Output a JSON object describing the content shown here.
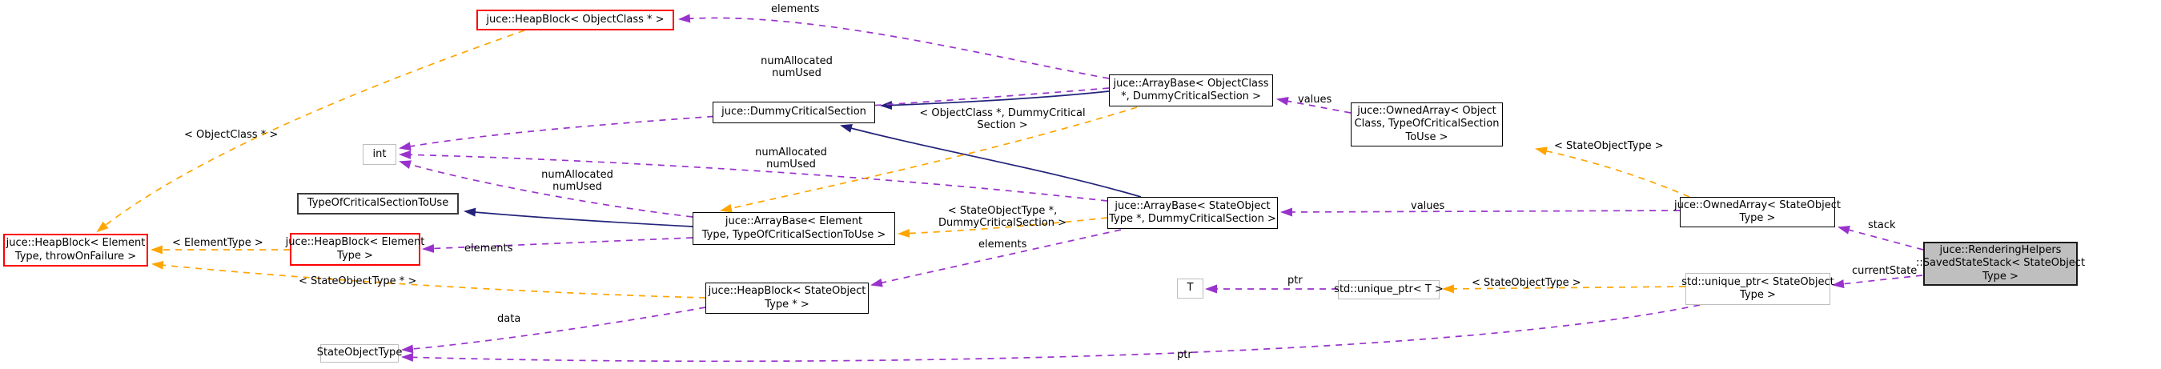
{
  "diagram": {
    "kind": "doxygen-collaboration-graph",
    "focus_class": "juce::RenderingHelpers::SavedStateStack< StateObjectType >",
    "palette": {
      "member_edge": "#9932cc",
      "template_edge": "#ffa500",
      "inheritance_edge": "#23237a",
      "documented_border": "#000000",
      "truncated_border": "#fe0000",
      "external_border": "#bebebe",
      "plain_border": "#3c3c3c",
      "current_fill": "#bfbfbf",
      "node_fill": "#ffffff",
      "background": "#ffffff"
    },
    "nodes": [
      {
        "l1": "juce::HeapBlock< ObjectClass * >"
      },
      {
        "l1": "juce::ArrayBase< ObjectClass",
        "l2": "*, DummyCriticalSection >"
      },
      {
        "l1": "juce::OwnedArray< Object",
        "l2": "Class, TypeOfCriticalSection",
        "l3": "ToUse >"
      },
      {
        "l1": "juce::DummyCriticalSection"
      },
      {
        "l1": "int"
      },
      {
        "l1": "TypeOfCriticalSectionToUse"
      },
      {
        "l1": "juce::ArrayBase< Element",
        "l2": "Type, TypeOfCriticalSectionToUse >"
      },
      {
        "l1": "juce::HeapBlock< Element",
        "l2": "Type, throwOnFailure >"
      },
      {
        "l1": "juce::HeapBlock< Element",
        "l2": "Type >"
      },
      {
        "l1": "juce::ArrayBase< StateObject",
        "l2": "Type *, DummyCriticalSection >"
      },
      {
        "l1": "juce::OwnedArray< StateObject",
        "l2": "Type >"
      },
      {
        "l1": "juce::RenderingHelpers",
        "l2": "::SavedStateStack< StateObject",
        "l3": "Type >"
      },
      {
        "l1": "juce::HeapBlock< StateObject",
        "l2": "Type * >"
      },
      {
        "l1": "T"
      },
      {
        "l1": "std::unique_ptr< T >"
      },
      {
        "l1": "std::unique_ptr< StateObject",
        "l2": "Type >"
      },
      {
        "l1": "StateObjectType"
      }
    ],
    "labels": [
      {
        "l1": "elements"
      },
      {
        "l1": "numAllocated",
        "l2": "numUsed"
      },
      {
        "l1": "values"
      },
      {
        "l1": "< StateObjectType >"
      },
      {
        "l1": "< ObjectClass *, DummyCritical",
        "l2": "Section >"
      },
      {
        "l1": "< ObjectClass * >"
      },
      {
        "l1": "numAllocated",
        "l2": "numUsed"
      },
      {
        "l1": "numAllocated",
        "l2": "numUsed"
      },
      {
        "l1": "< StateObjectType *,",
        "l2": "DummyCriticalSection >"
      },
      {
        "l1": "elements"
      },
      {
        "l1": "values"
      },
      {
        "l1": "stack"
      },
      {
        "l1": "< ElementType >"
      },
      {
        "l1": "elements"
      },
      {
        "l1": "currentState"
      },
      {
        "l1": "< StateObjectType * >"
      },
      {
        "l1": "< StateObjectType >"
      },
      {
        "l1": "ptr"
      },
      {
        "l1": "data"
      },
      {
        "l1": "ptr"
      }
    ]
  }
}
